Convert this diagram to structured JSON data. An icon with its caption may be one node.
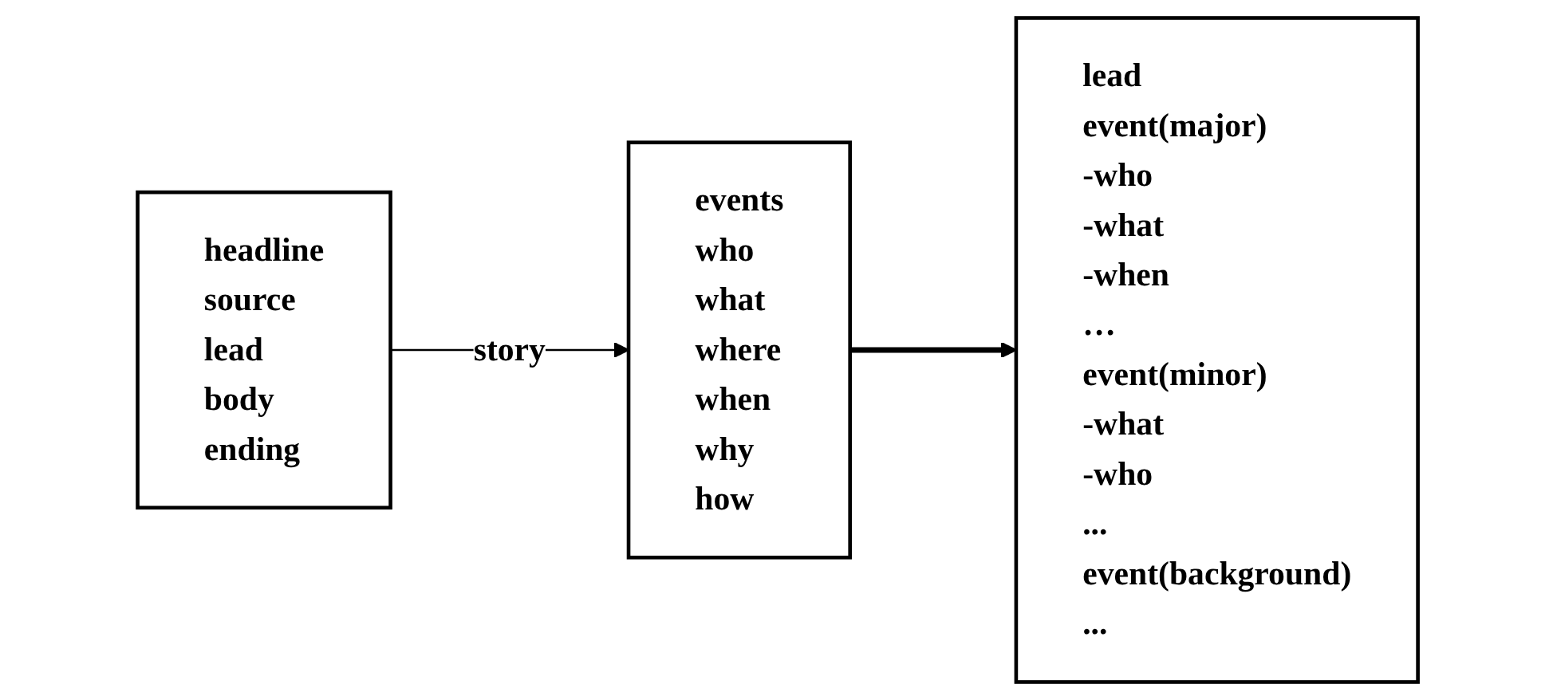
{
  "diagram": {
    "nodes": [
      {
        "text": [
          "headline",
          "source",
          "lead",
          "body",
          "ending"
        ]
      },
      {
        "text": [
          "events",
          "who",
          "what",
          "where",
          "when",
          "why",
          "how"
        ]
      },
      {
        "text": [
          "lead",
          "event(major)",
          "-who",
          "-what",
          "-when",
          "…",
          "event(minor)",
          "-what",
          "-who",
          "...",
          "event(background)",
          "..."
        ]
      }
    ],
    "edges": [
      {
        "from": 0,
        "to": 1,
        "arrow": "to",
        "label": "story"
      },
      {
        "from": 1,
        "to": 2,
        "arrow": "to",
        "style": "thick"
      }
    ]
  }
}
